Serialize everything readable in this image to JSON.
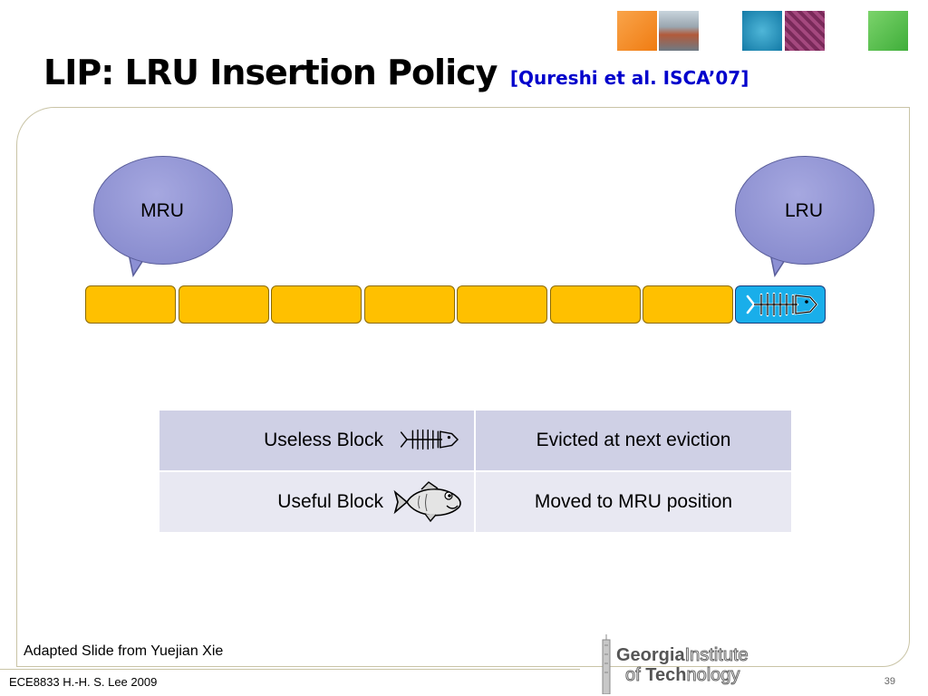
{
  "slide": {
    "title": "LIP: LRU Insertion Policy",
    "citation": "[Qureshi et al. ISCA’07]",
    "mru_label": "MRU",
    "lru_label": "LRU",
    "cache_block_count": 8,
    "legend": [
      {
        "block": "Useless Block",
        "icon": "fish-skeleton-icon",
        "action": "Evicted at next eviction"
      },
      {
        "block": "Useful Block",
        "icon": "fish-icon",
        "action": "Moved to MRU position"
      }
    ],
    "credit": "Adapted Slide from Yuejian Xie",
    "footer": "ECE8833  H.-H. S. Lee  2009",
    "page_number": "39",
    "logo": {
      "line1_bold": "Georgia",
      "line1_outline": "Institute",
      "line2_outline": "of ",
      "line2_bold": "Tech",
      "line2_outline_end": "nology"
    }
  },
  "colors": {
    "block_fill": "#ffc000",
    "lru_block_fill": "#19aeea",
    "bubble_fill": "#8c90d4",
    "citation": "#0000cc",
    "legend_row1": "#cfd0e5",
    "legend_row2": "#e8e8f2"
  }
}
